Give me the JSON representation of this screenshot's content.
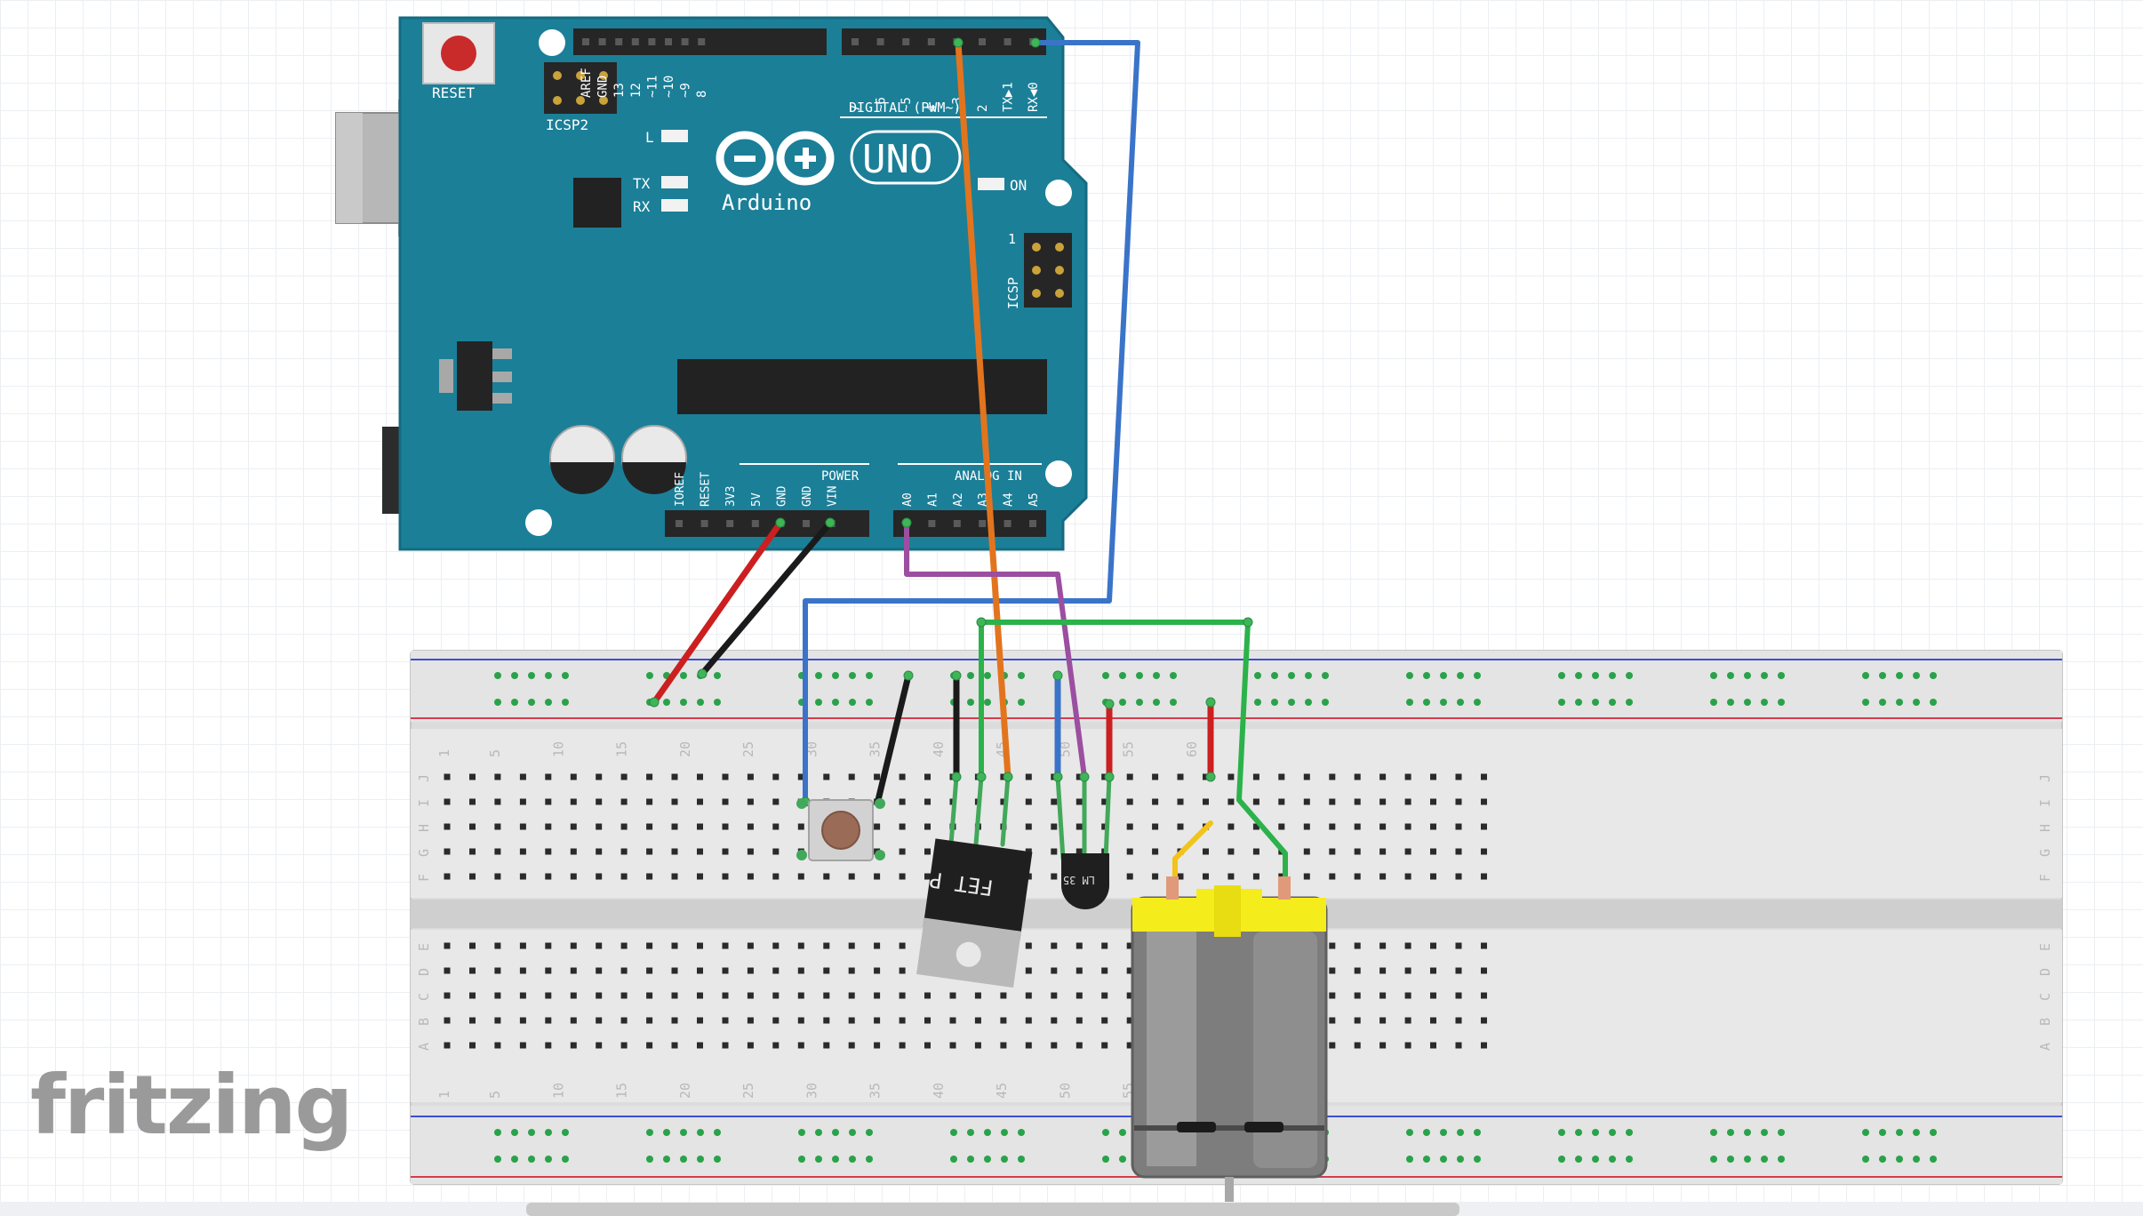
{
  "app": {
    "watermark": "fritzing"
  },
  "arduino": {
    "logo_text": "Arduino",
    "model": "UNO",
    "reset_label": "RESET",
    "icsp2_label": "ICSP2",
    "icsp_label": "ICSP",
    "icsp_pin1": "1",
    "on_label": "ON",
    "l_label": "L",
    "tx_label": "TX",
    "rx_label": "RX",
    "digital_header_label": "DIGITAL (PWM~)",
    "power_header_label": "POWER",
    "analog_header_label": "ANALOG IN",
    "digital_pins": [
      "AREF",
      "GND",
      "13",
      "12",
      "~11",
      "~10",
      "~9",
      "8",
      "7",
      "~6",
      "~5",
      "4",
      "~3",
      "2",
      "TX▶1",
      "RX◀0"
    ],
    "power_pins": [
      "IOREF",
      "RESET",
      "3V3",
      "5V",
      "GND",
      "GND",
      "VIN"
    ],
    "analog_pins": [
      "A0",
      "A1",
      "A2",
      "A3",
      "A4",
      "A5"
    ]
  },
  "breadboard": {
    "column_numbers": [
      "1",
      "5",
      "10",
      "15",
      "20",
      "25",
      "30",
      "35",
      "40",
      "45",
      "50",
      "55",
      "60"
    ],
    "top_row_letters": [
      "J",
      "I",
      "H",
      "G",
      "F"
    ],
    "bottom_row_letters": [
      "E",
      "D",
      "C",
      "B",
      "A"
    ]
  },
  "components": {
    "mosfet_label": "FET P",
    "sensor_label": "LM 35"
  },
  "colors": {
    "board_teal": "#1b7f98",
    "wire_red": "#cc1f1f",
    "wire_black": "#1a1a1a",
    "wire_blue": "#3a74c9",
    "wire_orange": "#e2741e",
    "wire_purple": "#9b4fa0",
    "wire_green": "#2bb24a",
    "wire_yellow": "#f2c31a",
    "motor_yellow": "#f5ec1c"
  }
}
